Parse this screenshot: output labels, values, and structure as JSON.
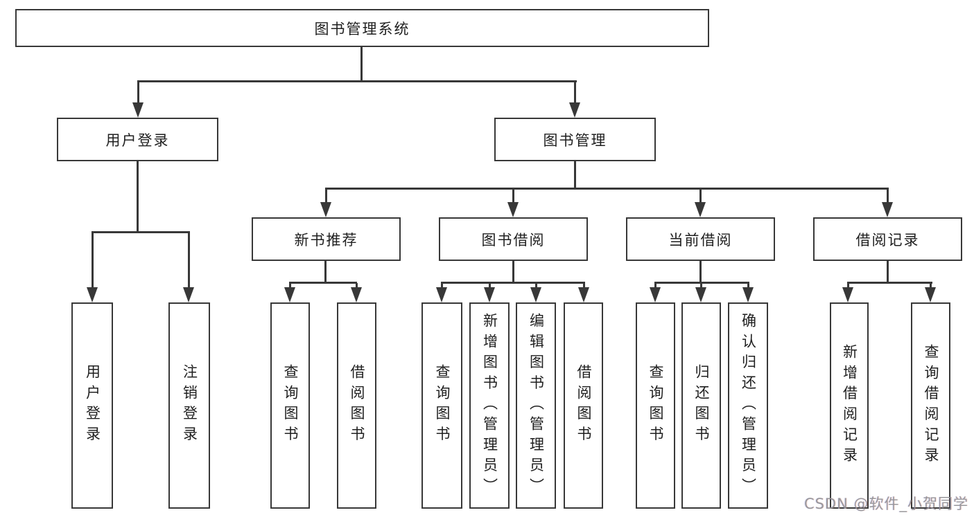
{
  "tree": {
    "label": "图书管理系统",
    "children": [
      {
        "label": "用户登录",
        "children": [
          {
            "label": "用户登录"
          },
          {
            "label": "注销登录"
          }
        ]
      },
      {
        "label": "图书管理",
        "children": [
          {
            "label": "新书推荐",
            "children": [
              {
                "label": "查询图书"
              },
              {
                "label": "借阅图书"
              }
            ]
          },
          {
            "label": "图书借阅",
            "children": [
              {
                "label": "查询图书"
              },
              {
                "label": "新增图书（管理员）"
              },
              {
                "label": "编辑图书（管理员）"
              },
              {
                "label": "借阅图书"
              }
            ]
          },
          {
            "label": "当前借阅",
            "children": [
              {
                "label": "查询图书"
              },
              {
                "label": "归还图书"
              },
              {
                "label": "确认归还（管理员）"
              }
            ]
          },
          {
            "label": "借阅记录",
            "children": [
              {
                "label": "新增借阅记录"
              },
              {
                "label": "查询借阅记录"
              }
            ]
          }
        ]
      }
    ]
  },
  "watermark": "CSDN @软件_小贺同学",
  "colors": {
    "line": "#383838",
    "text": "#1f1f1f",
    "watermark_gray": "#949498"
  }
}
